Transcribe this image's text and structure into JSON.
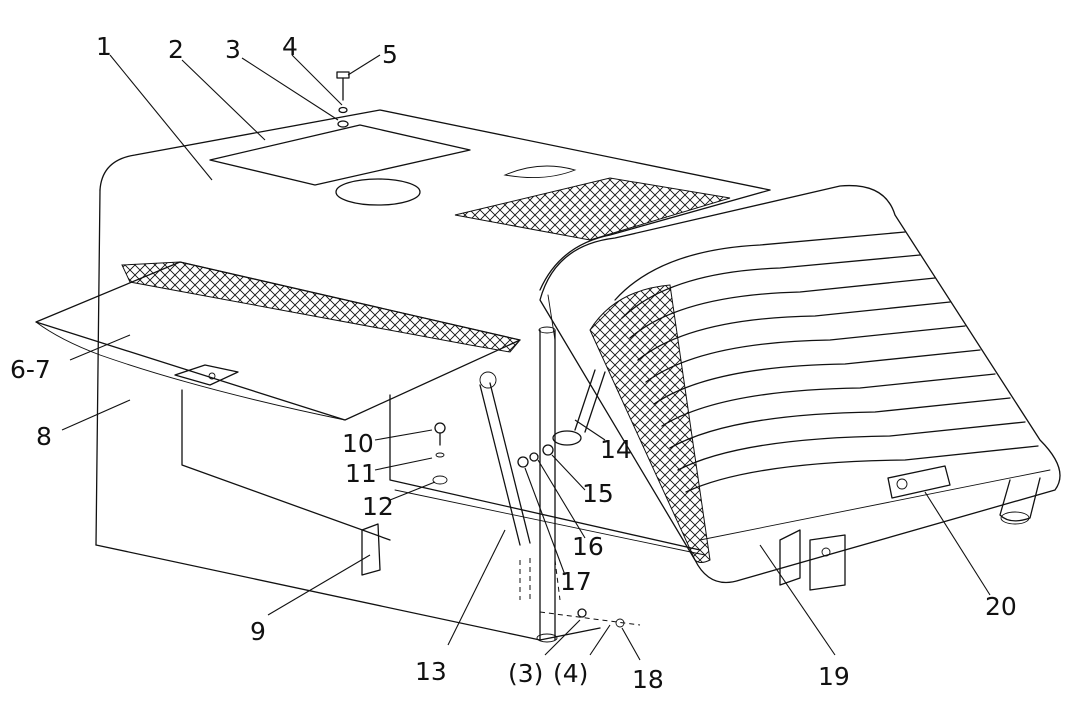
{
  "callouts": [
    {
      "id": "1",
      "text": "1"
    },
    {
      "id": "2",
      "text": "2"
    },
    {
      "id": "3",
      "text": "3"
    },
    {
      "id": "4",
      "text": "4"
    },
    {
      "id": "5",
      "text": "5"
    },
    {
      "id": "6-7",
      "text": "6-7"
    },
    {
      "id": "8",
      "text": "8"
    },
    {
      "id": "9",
      "text": "9"
    },
    {
      "id": "10",
      "text": "10"
    },
    {
      "id": "11",
      "text": "11"
    },
    {
      "id": "12",
      "text": "12"
    },
    {
      "id": "13",
      "text": "13"
    },
    {
      "id": "p3",
      "text": "(3)"
    },
    {
      "id": "p4",
      "text": "(4)"
    },
    {
      "id": "14",
      "text": "14"
    },
    {
      "id": "15",
      "text": "15"
    },
    {
      "id": "16",
      "text": "16"
    },
    {
      "id": "17",
      "text": "17"
    },
    {
      "id": "18",
      "text": "18"
    },
    {
      "id": "19",
      "text": "19"
    },
    {
      "id": "20",
      "text": "20"
    }
  ]
}
